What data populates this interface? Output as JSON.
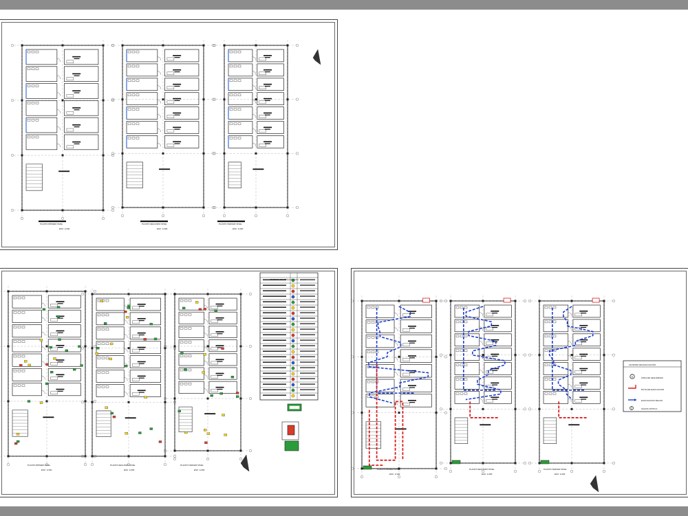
{
  "drawing": {
    "sheets": [
      {
        "id": "sheet-architecture",
        "plans": [
          {
            "title": "PLANTA PRIMER NIVEL",
            "scale": "ESC: 1/100"
          },
          {
            "title": "PLANTA SEGUNDO NIVEL",
            "scale": "ESC: 1/100"
          },
          {
            "title": "PLANTA TERCER NIVEL",
            "scale": "ESC: 1/100"
          }
        ]
      },
      {
        "id": "sheet-signage",
        "plans": [
          {
            "title": "PLANTA PRIMER NIVEL",
            "scale": "ESC: 1/100"
          },
          {
            "title": "PLANTA SEGUNDO NIVEL",
            "scale": "ESC: 1/100"
          },
          {
            "title": "PLANTA TERCER NIVEL",
            "scale": "ESC: 1/100"
          }
        ],
        "legend_title": "LEYENDA DE SEÑALIZACION"
      },
      {
        "id": "sheet-evacuation",
        "plans": [
          {
            "title": "PLANTA PRIMER NIVEL",
            "scale": "ESC: 1/100"
          },
          {
            "title": "PLANTA SEGUNDO NIVEL",
            "scale": "ESC: 1/100"
          },
          {
            "title": "PLANTA TERCER NIVEL",
            "scale": "ESC: 1/100"
          }
        ],
        "legend": {
          "title": "LEYENDA DE EVACUACION",
          "items": [
            {
              "label": "ZONA DE SEGURIDAD",
              "color": "#1a7a1a"
            },
            {
              "label": "RUTA DE EVACUACION",
              "color": "#d81e1e"
            },
            {
              "label": "EVACUACION SEGUN",
              "color": "#1f3fd1"
            },
            {
              "label": "SALIDA CRITICA",
              "color": "#333333"
            }
          ]
        }
      }
    ],
    "colors": {
      "line": "#222222",
      "wall_blue": "#3a6fd8",
      "route_red": "#d81e1e",
      "route_blue": "#1f3fd1",
      "sign_green": "#2a9d3a",
      "sign_yellow": "#f2d21b",
      "sign_red": "#d93a2a"
    }
  }
}
